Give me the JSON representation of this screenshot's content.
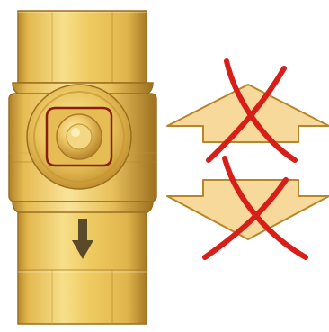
{
  "illustration": {
    "valve": {
      "flow_direction": "down",
      "fitting_color": "#e8c25a",
      "outline_color": "#8a5a1a",
      "arrow_color": "#5b4a2a"
    },
    "prohibited_directions": [
      {
        "direction": "up",
        "icon": "up-arrow-icon",
        "status": "not-allowed"
      },
      {
        "direction": "down",
        "icon": "down-arrow-icon",
        "status": "not-allowed"
      }
    ],
    "colors": {
      "arrow_fill": "#f6d99b",
      "arrow_stroke": "#b8862a",
      "cross_color": "#d81e18"
    }
  }
}
